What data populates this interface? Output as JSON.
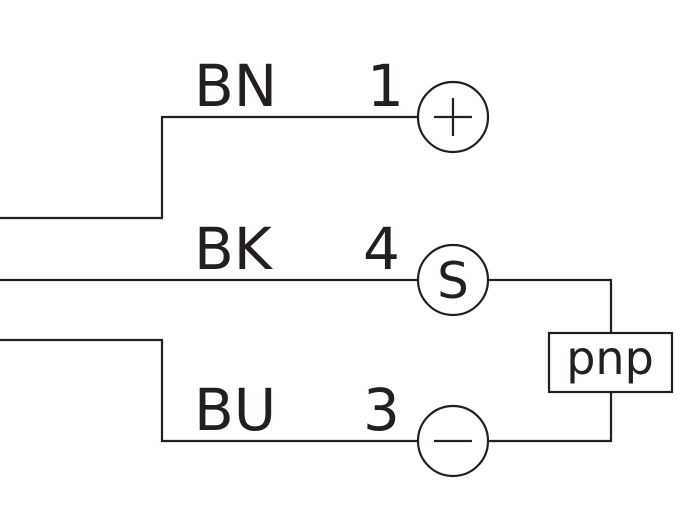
{
  "wires": [
    {
      "color_code": "BN",
      "pin": "1",
      "symbol": "+"
    },
    {
      "color_code": "BK",
      "pin": "4",
      "symbol": "S"
    },
    {
      "color_code": "BU",
      "pin": "3",
      "symbol": "−"
    }
  ],
  "output_box": {
    "label": "pnp"
  },
  "colors": {
    "line": "#231f20",
    "background": "#ffffff"
  }
}
